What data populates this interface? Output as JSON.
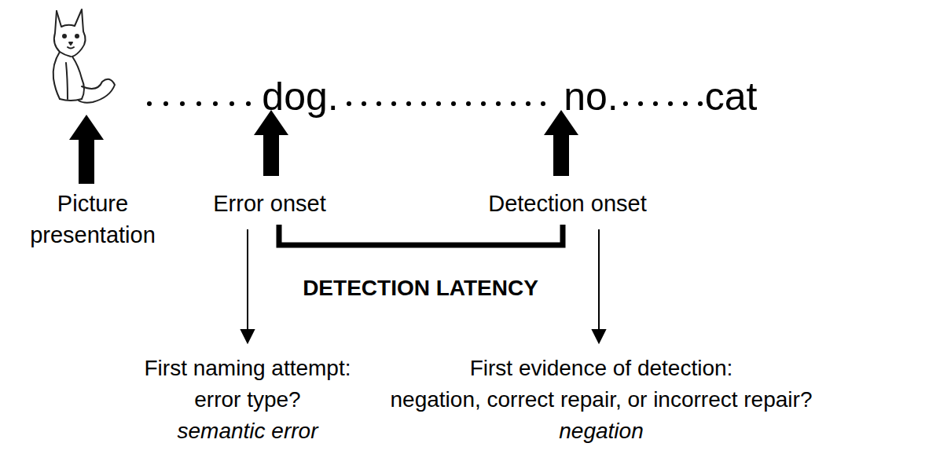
{
  "diagram": {
    "labels": [
      "dog.",
      "no.",
      "cat",
      "Picture",
      "presentation",
      "Error onset",
      "Detection onset",
      "DETECTION LATENCY",
      "First naming attempt:",
      "error type?",
      "semantic error",
      "First evidence of detection:",
      "negation, correct repair, or incorrect repair?",
      "negation"
    ]
  }
}
